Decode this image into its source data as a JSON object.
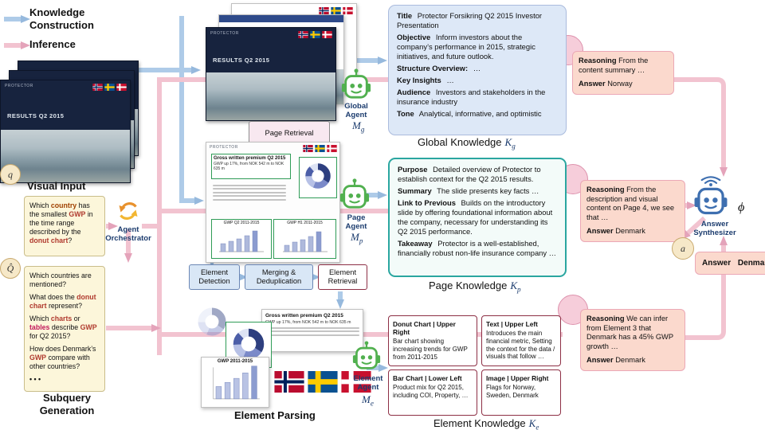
{
  "legend": {
    "knowledge_construction": "Knowledge Construction",
    "inference": "Inference"
  },
  "colors": {
    "blue_arrow": "#aecbe8",
    "pink_arrow": "#f2c3d0",
    "highlight": "#b03a2e",
    "teal_border": "#2aa6a0",
    "maroon_border": "#8d2f45",
    "salmon_bg": "#fbd9cd",
    "yellow_bg": "#fcf6da"
  },
  "visual_input": {
    "label": "Visual Input",
    "q_symbol": "q",
    "qhat_symbol": "Q̂",
    "slide_brand": "PROTECTOR",
    "slide_title": "RESULTS Q2 2015",
    "query_segments": [
      {
        "text": "Which "
      },
      {
        "text": "country",
        "color": "#a04000"
      },
      {
        "text": " has the smallest "
      },
      {
        "text": "GWP",
        "color": "#b03a2e"
      },
      {
        "text": " in the time range described by the "
      },
      {
        "text": "donut chart",
        "color": "#b03a2e"
      },
      {
        "text": "?"
      }
    ],
    "subqueries": [
      [
        {
          "text": "Which countries are mentioned?"
        }
      ],
      [
        {
          "text": "What does the "
        },
        {
          "text": "donut chart",
          "color": "#b03a2e"
        },
        {
          "text": " represent?"
        }
      ],
      [
        {
          "text": "Which "
        },
        {
          "text": "charts",
          "color": "#b03a2e"
        },
        {
          "text": " or "
        },
        {
          "text": "tables",
          "color": "#c2185b"
        },
        {
          "text": " describe "
        },
        {
          "text": "GWP",
          "color": "#b03a2e"
        },
        {
          "text": " for Q2 2015?"
        }
      ],
      [
        {
          "text": "How does Denmark’s "
        },
        {
          "text": "GWP",
          "color": "#b03a2e"
        },
        {
          "text": " compare with other countries?"
        }
      ]
    ],
    "dots": "• • •",
    "subquery_caption": "Subquery Generation"
  },
  "orchestrator": {
    "label": "Agent Orchestrator"
  },
  "page_retrieval": {
    "label": "Page Retrieval"
  },
  "global_agent": {
    "line1": "Global",
    "line2": "Agent",
    "symbol": "M",
    "symbol_sub": "g"
  },
  "global_knowledge": {
    "caption": "Global Knowledge",
    "symbol": "K",
    "symbol_sub": "g",
    "fields": [
      {
        "label": "Title",
        "text": "Protector Forsikring Q2 2015 Investor Presentation"
      },
      {
        "label": "Objective",
        "text": "Inform investors about the company’s performance in 2015, strategic initiatives, and future outlook."
      },
      {
        "label": "Structure Overview:",
        "text": "…"
      },
      {
        "label": "Key Insights",
        "text": "…"
      },
      {
        "label": "Audience",
        "text": "Investors and stakeholders in the insurance industry"
      },
      {
        "label": "Tone",
        "text": "Analytical, informative, and optimistic"
      }
    ]
  },
  "pipeline": {
    "element_detection": "Element Detection",
    "merging": "Merging & Deduplication",
    "element_retrieval": "Element Retrieval"
  },
  "page_agent": {
    "line1": "Page",
    "line2": "Agent",
    "symbol": "M",
    "symbol_sub": "p"
  },
  "page_knowledge": {
    "caption": "Page Knowledge",
    "symbol": "K",
    "symbol_sub": "p",
    "fields": [
      {
        "label": "Purpose",
        "text": "Detailed overview of Protector to establish context for the Q2 2015 results."
      },
      {
        "label": "Summary",
        "text": "The slide presents key facts …"
      },
      {
        "label": "Link to Previous",
        "text": "Builds on the introductory slide by offering foundational information about the company, necessary for understanding its Q2 2015 performance."
      },
      {
        "label": "Takeaway",
        "text": "Protector is a well-established, financially robust non-life insurance company …"
      }
    ]
  },
  "retrieved_page": {
    "brand": "PROTECTOR",
    "header": "Gross written premium Q2 2015",
    "subheader": "GWP up 17%, from NOK 542 m to NOK 635 m",
    "chart1_label": "GWP Q2 2011-2015",
    "chart2_label": "GWP H1 2011-2015"
  },
  "element_parsing": {
    "caption": "Element Parsing",
    "header": "Gross written premium Q2 2015",
    "subheader": "GWP up 17%, from NOK 542 m to NOK 635 m",
    "bar_label": "GWP 2011-2015"
  },
  "element_agent": {
    "line1": "Element",
    "line2": "Agent",
    "symbol": "M",
    "symbol_sub": "e"
  },
  "element_knowledge": {
    "caption": "Element Knowledge",
    "symbol": "K",
    "symbol_sub": "e",
    "cards": [
      {
        "title": "Donut Chart | Upper Right",
        "text": "Bar chart showing increasing trends for GWP from 2011-2015"
      },
      {
        "title": "Text | Upper Left",
        "text": "Introduces the main financial metric, Setting the context for the data / visuals that follow …"
      },
      {
        "title": "Bar Chart | Lower Left",
        "text": "Product mix for Q2 2015, including COI, Property, …"
      },
      {
        "title": "Image | Upper Right",
        "text": "Flags for Norway, Sweden, Denmark"
      }
    ]
  },
  "reasoning": [
    {
      "label": "Reasoning",
      "text": "From the content summary …",
      "answer_label": "Answer",
      "answer": "Norway"
    },
    {
      "label": "Reasoning",
      "text": "From the description and visual content on Page 4, we see that …",
      "answer_label": "Answer",
      "answer": "Denmark"
    },
    {
      "label": "Reasoning",
      "text": "We can infer from Element 3 that Denmark has a 45% GWP growth …",
      "answer_label": "Answer",
      "answer": "Denmark"
    }
  ],
  "answer": {
    "synth_line1": "Answer",
    "synth_line2": "Synthesizer",
    "phi": "ϕ",
    "a_symbol": "a",
    "final_label": "Answer",
    "final_value": "Denmark"
  }
}
